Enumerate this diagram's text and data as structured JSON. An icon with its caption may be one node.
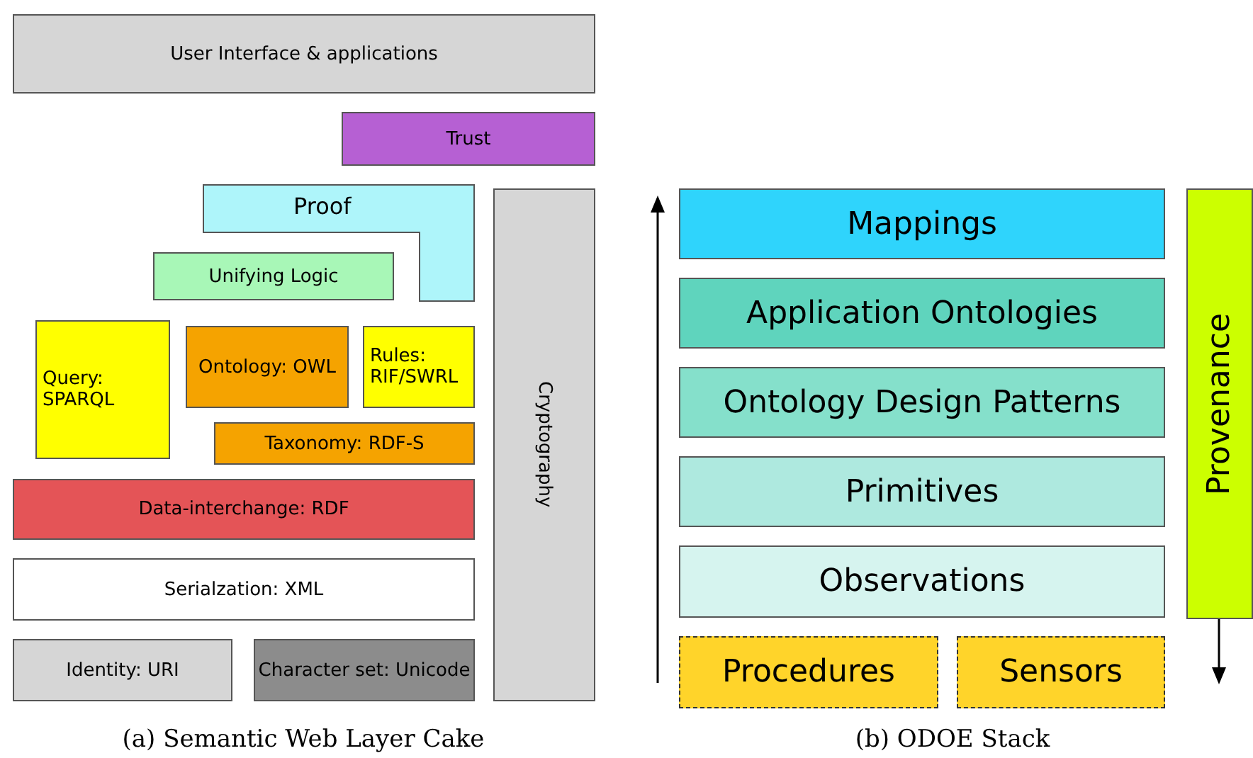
{
  "diagram": {
    "nodes": [
      {
        "text": [
          "User Interface & applications"
        ]
      },
      {
        "text": [
          "Trust"
        ]
      },
      {
        "text": [
          "Proof"
        ]
      },
      {
        "text": [
          "Unifying Logic"
        ]
      },
      {
        "text": [
          "Query: SPARQL"
        ]
      },
      {
        "text": [
          "Ontology: OWL"
        ]
      },
      {
        "text": [
          "Rules: RIF/SWRL"
        ]
      },
      {
        "text": [
          "Taxonomy: RDF-S"
        ]
      },
      {
        "text": [
          "Data-interchange: RDF"
        ]
      },
      {
        "text": [
          "Serialzation: XML"
        ]
      },
      {
        "text": [
          "Identity: URI"
        ]
      },
      {
        "text": [
          "Character set: Unicode"
        ]
      },
      {
        "text": [
          "Cryptography"
        ]
      },
      {
        "text": [
          "Mappings"
        ]
      },
      {
        "text": [
          "Application Ontologies"
        ]
      },
      {
        "text": [
          "Ontology Design Patterns"
        ]
      },
      {
        "text": [
          "Primitives"
        ]
      },
      {
        "text": [
          "Observations"
        ]
      },
      {
        "text": [
          "Procedures"
        ]
      },
      {
        "text": [
          "Sensors"
        ]
      },
      {
        "text": [
          "Provenance"
        ]
      }
    ],
    "labels": [
      "(a) Semantic Web Layer Cake",
      "(b) ODOE Stack"
    ]
  }
}
